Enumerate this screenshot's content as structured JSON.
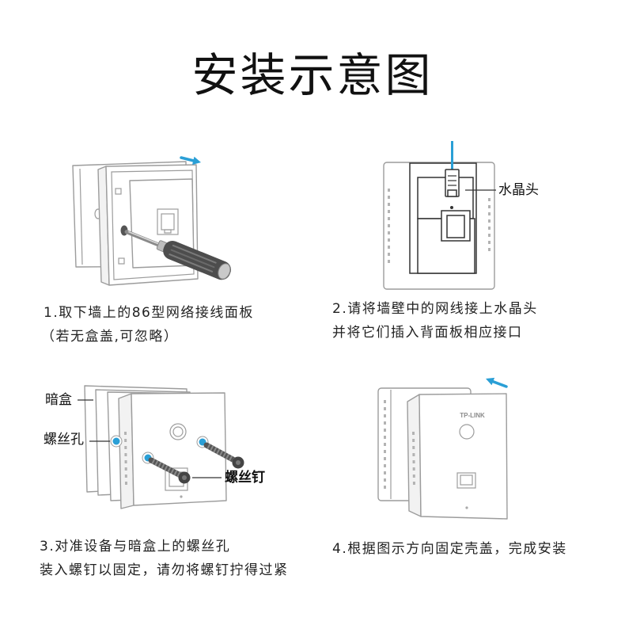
{
  "title": "安装示意图",
  "steps": [
    {
      "lines": [
        "1.取下墙上的86型网络接线面板",
        "（若无盒盖,可忽略）"
      ]
    },
    {
      "lines": [
        "2.请将墙壁中的网线接上水晶头",
        "并将它们插入背面板相应接口"
      ],
      "labels": {
        "crystal_head": "水晶头"
      }
    },
    {
      "lines": [
        "3.对准设备与暗盒上的螺丝孔",
        "装入螺钉以固定，请勿将螺钉拧得过紧"
      ],
      "labels": {
        "back_box": "暗盒",
        "screw_hole": "螺丝孔",
        "screw": "螺丝钉"
      }
    },
    {
      "lines": [
        "4.根据图示方向固定壳盖，完成安装"
      ],
      "logo": "TP-LINK"
    }
  ],
  "colors": {
    "accent": "#2a9fd6",
    "outline": "#9c9c9c",
    "screwdriver_handle": "#4d4d4d",
    "text": "#222222"
  },
  "icons": [
    "arrow-right-icon",
    "arrow-left-icon",
    "screwdriver-icon",
    "network-cable-icon",
    "crystal-head-icon",
    "screw-icon",
    "screw-hole-icon"
  ]
}
